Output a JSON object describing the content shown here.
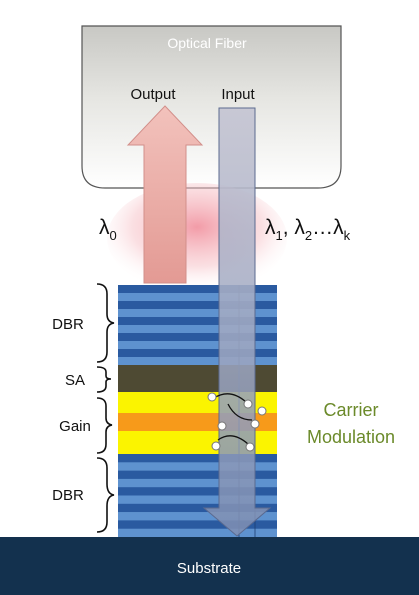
{
  "fiber": {
    "label": "Optical Fiber",
    "output_label": "Output",
    "input_label": "Input"
  },
  "wavelengths": {
    "output": {
      "symbol": "λ",
      "sub": "0"
    },
    "input": [
      {
        "symbol": "λ",
        "sub": "1",
        "sep": ", "
      },
      {
        "symbol": "λ",
        "sub": "2",
        "sep": "…"
      },
      {
        "symbol": "λ",
        "sub": "k",
        "sep": ""
      }
    ]
  },
  "layers": {
    "dbr_top": "DBR",
    "sa": "SA",
    "gain": "Gain",
    "dbr_bottom": "DBR"
  },
  "carrier_modulation": [
    "Carrier",
    "Modulation"
  ],
  "substrate": "Substrate",
  "colors": {
    "dbr_dark": "#2a5aa0",
    "dbr_light": "#5e92cf",
    "sa": "#4e4a33",
    "gain_yellow": "#fbf400",
    "gain_orange": "#f79a1a",
    "substrate": "#13314e",
    "carrier_text": "#6b8a2a",
    "output_arrow": "#e9a9a3",
    "input_arrow": "#9aa2bd"
  }
}
